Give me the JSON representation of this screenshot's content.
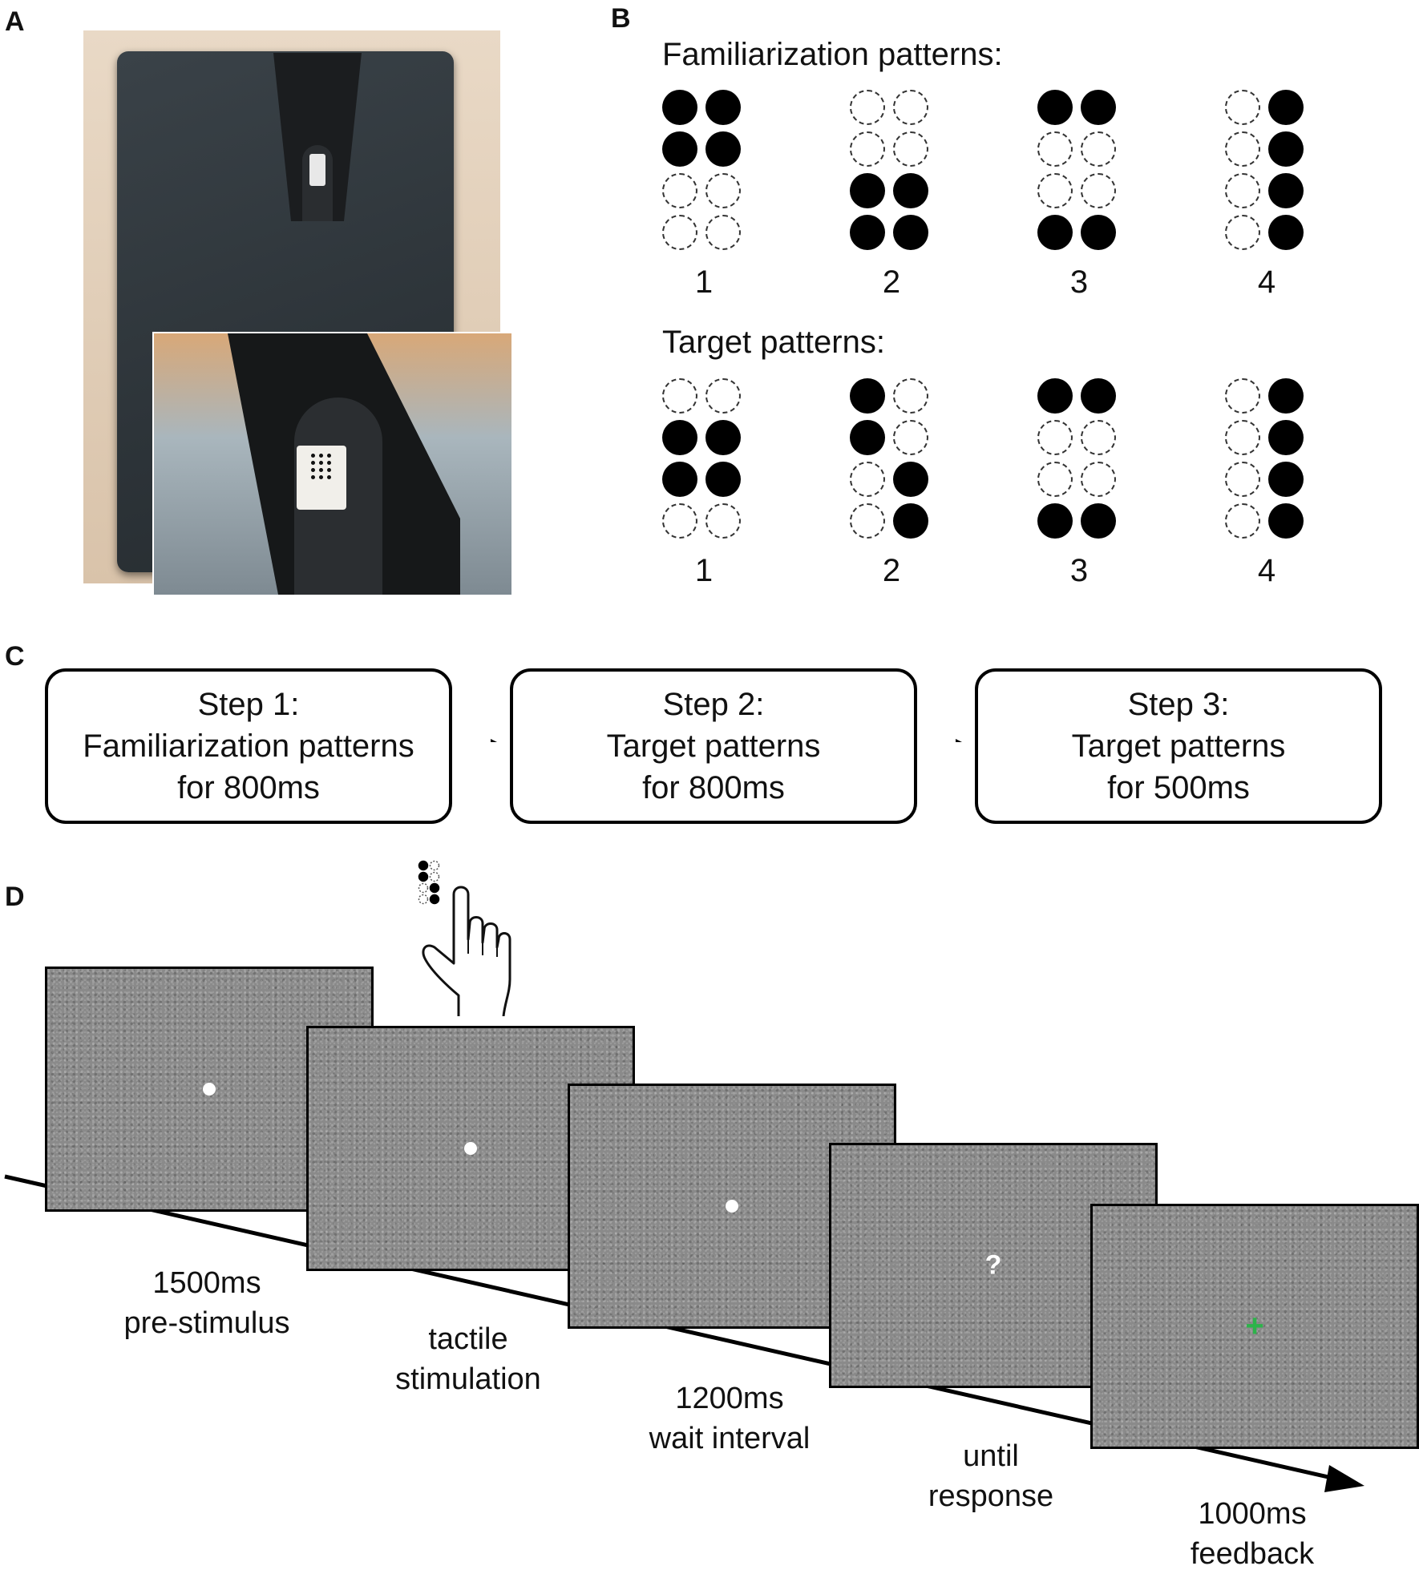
{
  "panels": {
    "a": "A",
    "b": "B",
    "c": "C",
    "d": "D"
  },
  "familiarization": {
    "heading": "Familiarization patterns:",
    "patterns": [
      {
        "label": "1",
        "cells": [
          [
            1,
            1
          ],
          [
            1,
            1
          ],
          [
            0,
            0
          ],
          [
            0,
            0
          ]
        ]
      },
      {
        "label": "2",
        "cells": [
          [
            0,
            0
          ],
          [
            0,
            0
          ],
          [
            1,
            1
          ],
          [
            1,
            1
          ]
        ]
      },
      {
        "label": "3",
        "cells": [
          [
            1,
            1
          ],
          [
            0,
            0
          ],
          [
            0,
            0
          ],
          [
            1,
            1
          ]
        ]
      },
      {
        "label": "4",
        "cells": [
          [
            0,
            1
          ],
          [
            0,
            1
          ],
          [
            0,
            1
          ],
          [
            0,
            1
          ]
        ]
      }
    ]
  },
  "target": {
    "heading": "Target patterns:",
    "patterns": [
      {
        "label": "1",
        "cells": [
          [
            0,
            0
          ],
          [
            1,
            1
          ],
          [
            1,
            1
          ],
          [
            0,
            0
          ]
        ]
      },
      {
        "label": "2",
        "cells": [
          [
            1,
            0
          ],
          [
            1,
            0
          ],
          [
            0,
            1
          ],
          [
            0,
            1
          ]
        ]
      },
      {
        "label": "3",
        "cells": [
          [
            1,
            1
          ],
          [
            0,
            0
          ],
          [
            0,
            0
          ],
          [
            1,
            1
          ]
        ]
      },
      {
        "label": "4",
        "cells": [
          [
            0,
            1
          ],
          [
            0,
            1
          ],
          [
            0,
            1
          ],
          [
            0,
            1
          ]
        ]
      }
    ]
  },
  "steps": [
    {
      "line1": "Step 1:",
      "line2": "Familiarization patterns",
      "line3": "for 800ms"
    },
    {
      "line1": "Step 2:",
      "line2": "Target patterns",
      "line3": "for 800ms"
    },
    {
      "line1": "Step 3:",
      "line2": "Target patterns",
      "line3": "for 500ms"
    }
  ],
  "timeline": {
    "screens": [
      {
        "content": "dot"
      },
      {
        "content": "dot"
      },
      {
        "content": "dot"
      },
      {
        "content": "?",
        "color": "#ffffff"
      },
      {
        "content": "+",
        "color": "#2db34a"
      }
    ],
    "labels": [
      {
        "line1": "1500ms",
        "line2": "pre-stimulus"
      },
      {
        "line1": "tactile",
        "line2": "stimulation"
      },
      {
        "line1": "1200ms",
        "line2": "wait interval"
      },
      {
        "line1": "until",
        "line2": "response"
      },
      {
        "line1": "1000ms",
        "line2": "feedback"
      }
    ],
    "hand_icon": "pointing-hand-icon",
    "mini_pattern": [
      [
        1,
        0
      ],
      [
        1,
        0
      ],
      [
        0,
        1
      ],
      [
        0,
        1
      ]
    ]
  }
}
